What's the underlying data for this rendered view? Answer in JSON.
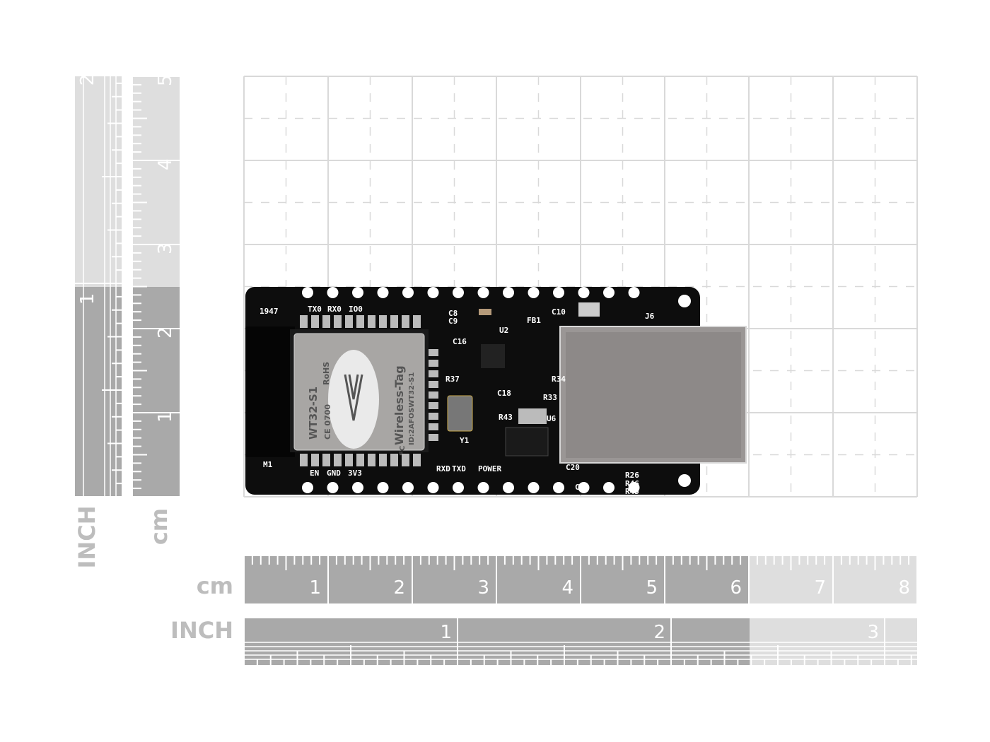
{
  "rulers": {
    "cm_label": "cm",
    "inch_label": "INCH",
    "cm_ticks": [
      "1",
      "2",
      "3",
      "4",
      "5",
      "6",
      "7",
      "8"
    ],
    "inch_ticks": [
      "1",
      "2",
      "3"
    ],
    "vertical_cm_ticks": [
      "1",
      "2",
      "3",
      "4",
      "5"
    ],
    "vertical_inch_ticks": [
      "1",
      "2"
    ],
    "dark_color": "#a9a9a9",
    "light_color": "#dedede"
  },
  "board": {
    "module_name": "WT32-S1",
    "module_brand": "Wireless-Tag",
    "module_rohs": "RoHS",
    "module_ce": "CE 0700",
    "module_id": "ID:2AFOSWT32-S1",
    "module_fc": "FC",
    "module_ref": "M1",
    "board_code": "1947",
    "pin_labels_top": [
      "TX0",
      "RX0",
      "IO0"
    ],
    "pin_labels_bottom": [
      "EN",
      "GND",
      "3V3"
    ],
    "led_labels": [
      "RXD",
      "TXD",
      "POWER"
    ],
    "component_labels": [
      "C8",
      "C9",
      "C16",
      "C10",
      "FB1",
      "U2",
      "J6",
      "Y1",
      "U6",
      "R33",
      "R34",
      "R43",
      "C18",
      "R37",
      "C5",
      "C20",
      "R26",
      "R46",
      "R45"
    ]
  }
}
